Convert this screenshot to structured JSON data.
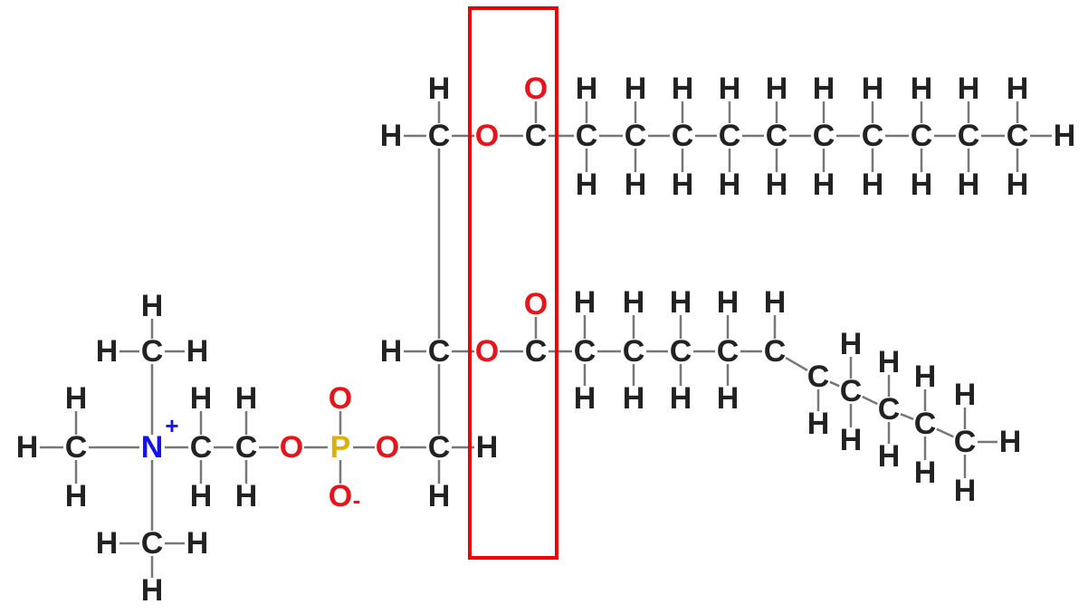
{
  "elements": {
    "H": {
      "symbol": "H",
      "color": "#222222"
    },
    "C": {
      "symbol": "C",
      "color": "#222222"
    },
    "O": {
      "symbol": "O",
      "color": "#e8141b"
    },
    "P": {
      "symbol": "P",
      "color": "#e0b000"
    },
    "N": {
      "symbol": "N",
      "color": "#1414e6"
    }
  },
  "charges": {
    "nitrogen": {
      "text": "+",
      "color": "#1414e6"
    },
    "phosphate_oxygen": {
      "text": "-",
      "color": "#e8141b"
    }
  },
  "highlight": {
    "color": "#ee0000",
    "description_visible": false
  }
}
